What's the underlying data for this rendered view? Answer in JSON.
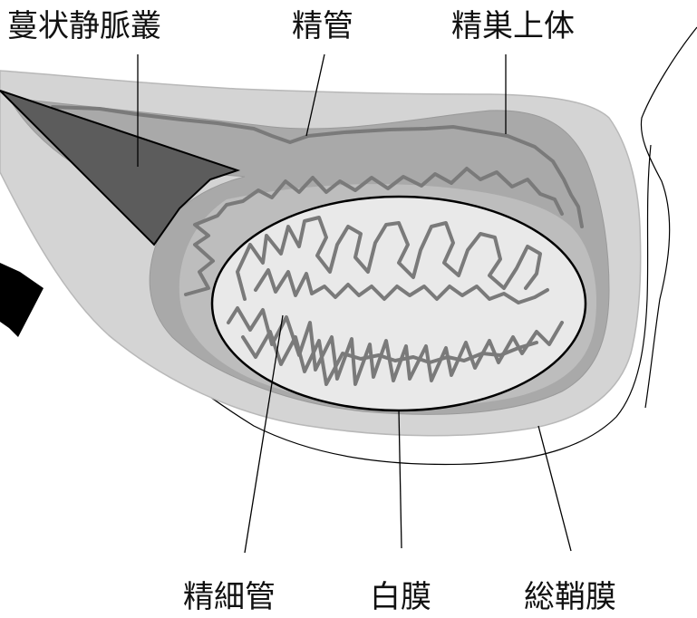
{
  "labels": {
    "pampiniform_plexus": "蔓状静脈叢",
    "vas_deferens": "精管",
    "epididymis": "精巣上体",
    "seminiferous_tubules": "精細管",
    "tunica_albuginea": "白膜",
    "tunica_vaginalis": "総鞘膜"
  },
  "colors": {
    "plexus": "#5c5c5c",
    "outer_layer": "#d4d4d4",
    "middle_layer": "#a9a9a9",
    "testis": "#e9e9e9",
    "tubule_stroke": "#7a7a7a",
    "arrow": "#000000"
  }
}
